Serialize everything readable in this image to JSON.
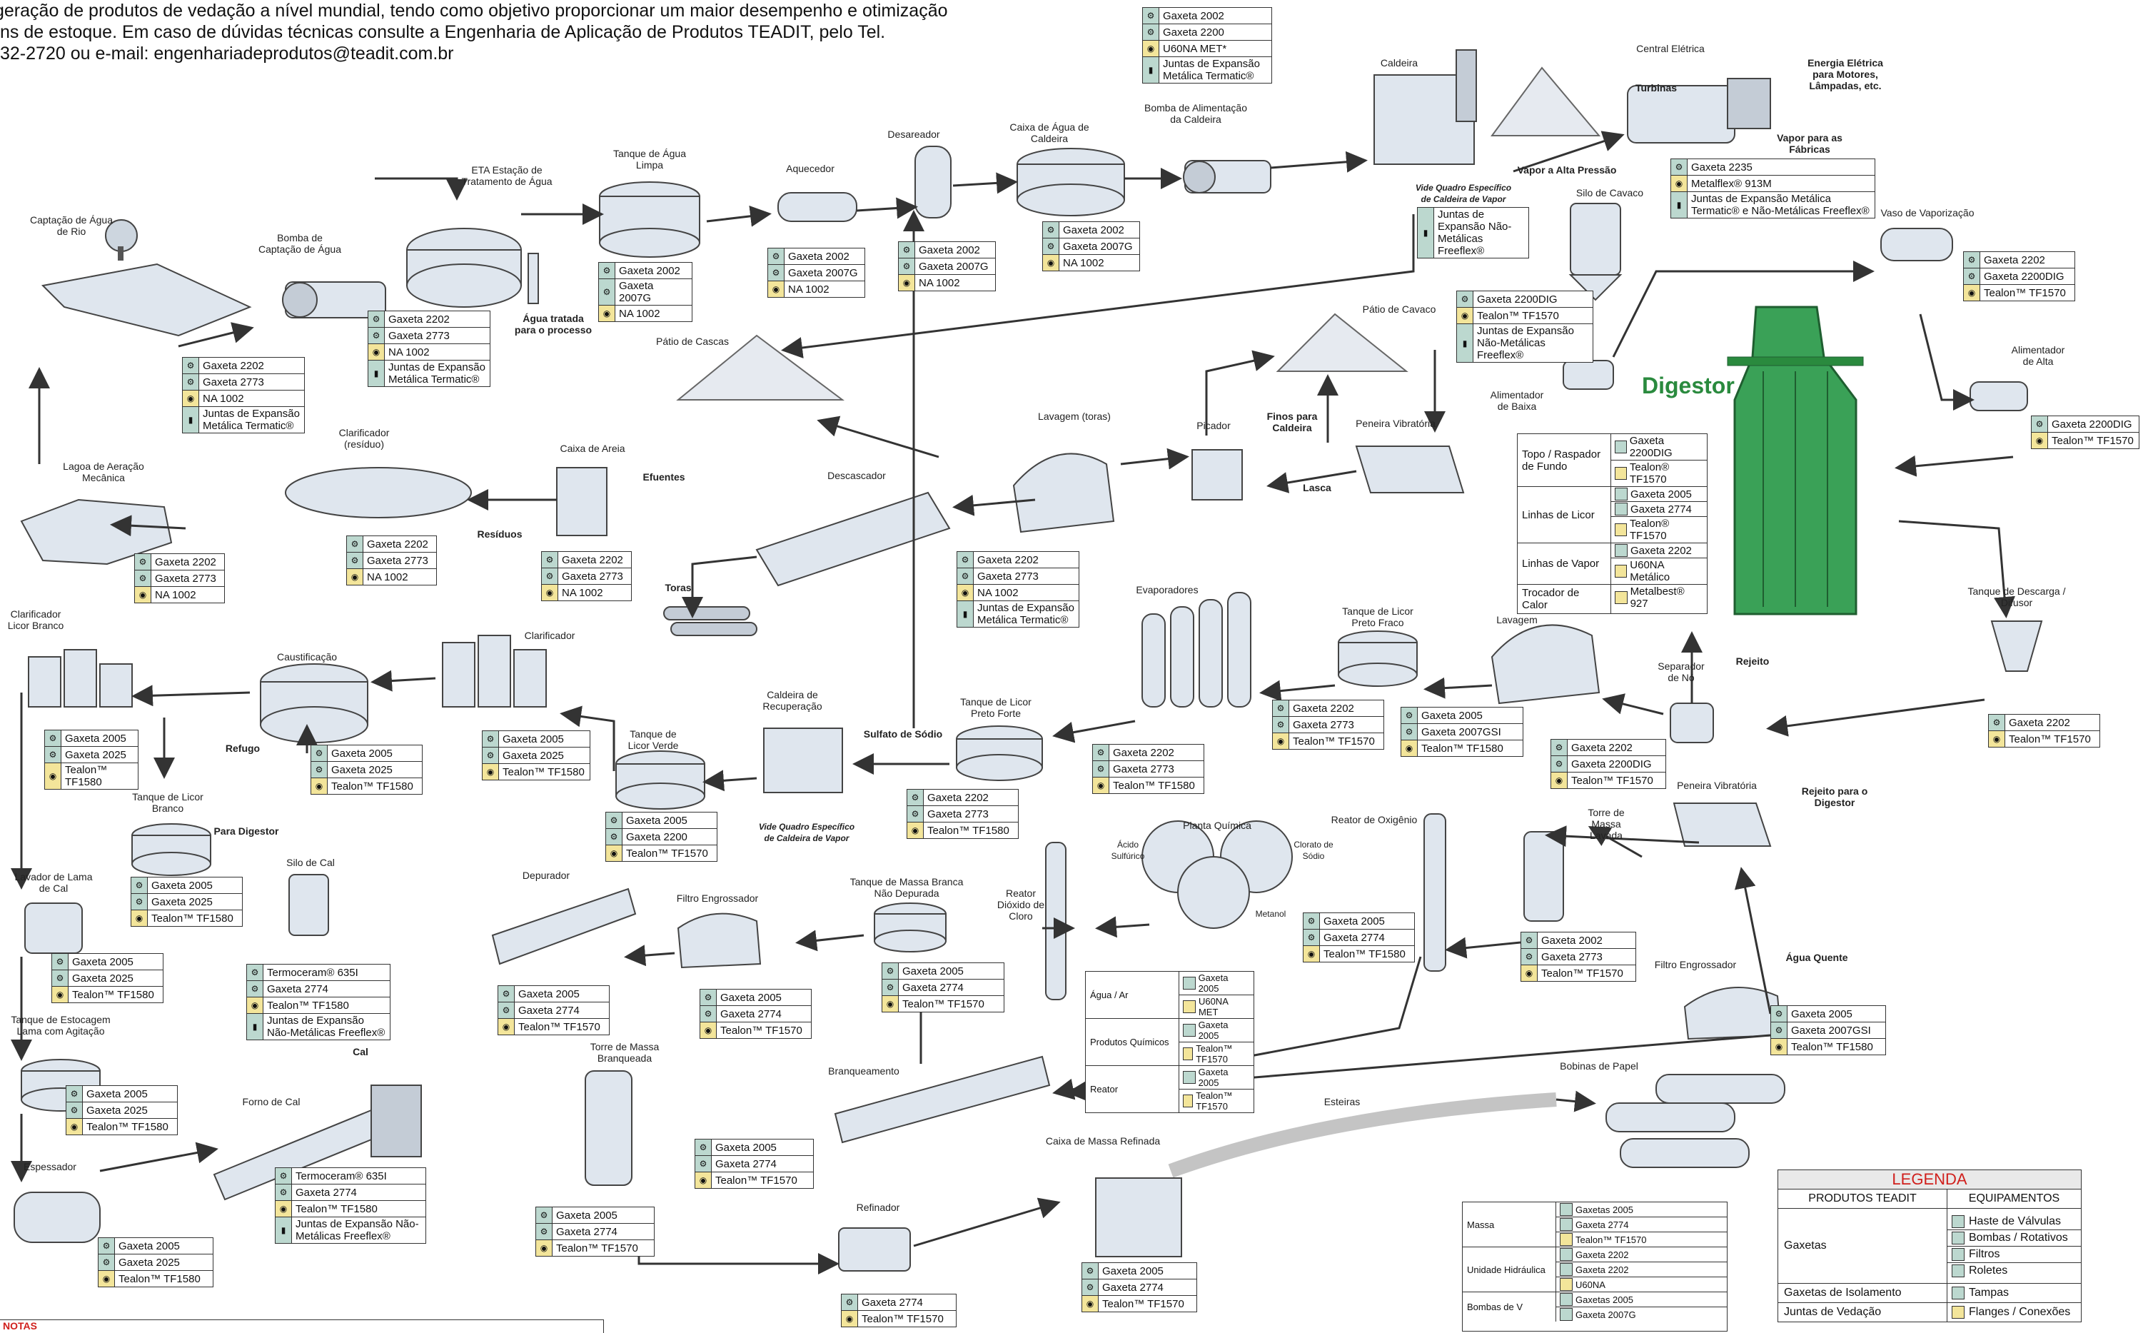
{
  "intro": {
    "line1": "geração de produtos de vedação a nível mundial, tendo como objetivo proporcionar um maior desempenho e otimização",
    "line2": "ns de estoque. Em caso de dúvidas técnicas consulte a Engenharia de Aplicação de Produtos TEADIT, pelo Tel.",
    "line3": "32-2720 ou e-mail: engenhariadeprodutos@teadit.com.br"
  },
  "labels": {
    "captacao": "Captação de Água de Rio",
    "bomba_captacao": "Bomba de Captação de Água",
    "eta": "ETA Estação de Tratamento de Água",
    "agua_tratada": "Água tratada para o processo",
    "tanque_agua_limpa": "Tanque de Água Limpa",
    "aquecedor": "Aquecedor",
    "desareador": "Desareador",
    "caixa_agua_caldeira": "Caixa de Água de Caldeira",
    "bomba_alimentacao": "Bomba de Alimentação da Caldeira",
    "caldeira": "Caldeira",
    "vide_quadro_1": "Vide Quadro Específico de Caldeira de Vapor",
    "central_eletrica": "Central Elétrica",
    "turbinas": "Turbinas",
    "energia": "Energia Elétrica para Motores, Lâmpadas, etc.",
    "vapor_alta": "Vapor a Alta Pressão",
    "vapor_fabricas": "Vapor para as Fábricas",
    "silo_cavaco": "Silo de Cavaco",
    "vaso_vaporizacao": "Vaso de Vaporização",
    "patio_cascas": "Pátio de Cascas",
    "patio_cavaco": "Pátio de Cavaco",
    "alimentador_baixa": "Alimentador de Baixa",
    "alimentador_alta": "Alimentador de Alta",
    "digestor": "Digestor",
    "clarificador_residuo": "Clarificador (resíduo)",
    "caixa_areia": "Caixa de Areia",
    "efluentes": "Efuentes",
    "residuos": "Resíduos",
    "lagoa": "Lagoa de Aeração Mecânica",
    "descascador": "Descascador",
    "lavagem_toras": "Lavagem (toras)",
    "picador": "Picador",
    "peneira_vibratoria_1": "Peneira Vibratória",
    "finos_caldeira": "Finos para Caldeira",
    "lasca": "Lasca",
    "toras": "Toras",
    "tanque_descarga": "Tanque de Descarga / Difusor",
    "clarificador_licor_branco": "Clarificador Licor Branco",
    "caustificacao": "Caustificação",
    "refugo": "Refugo",
    "clarificador": "Clarificador",
    "tanque_licor_verde": "Tanque de Licor Verde",
    "caldeira_recuperacao": "Caldeira de Recuperação",
    "sulfato_sodio": "Sulfato de Sódio",
    "vide_quadro_2": "Vide Quadro Específico de Caldeira de Vapor",
    "tanque_licor_preto_forte": "Tanque de Licor Preto Forte",
    "evaporadores": "Evaporadores",
    "tanque_licor_preto_fraco": "Tanque de Licor Preto Fraco",
    "lavagem": "Lavagem",
    "separador_no": "Separador de Nó",
    "rejeito": "Rejeito",
    "tanque_licor_branco": "Tanque de Licor Branco",
    "para_digestor": "Para Digestor",
    "silo_cal": "Silo de Cal",
    "lavador_lama": "Lavador de Lama de Cal",
    "depurador": "Depurador",
    "filtro_engrossador_1": "Filtro Engrossador",
    "tanque_massa_branca": "Tanque de Massa Branca Não Depurada",
    "reator_dioxido": "Reator Dióxido de Cloro",
    "planta_quimica": "Planta Química",
    "acido": "Ácido Sulfúrico",
    "clorato": "Clorato de Sódio",
    "metanol": "Metanol",
    "reator_oxigenio": "Reator de Oxigênio",
    "torre_massa_lavada": "Torre de Massa Lavada",
    "peneira_vibratoria_2": "Peneira Vibratória",
    "rejeito_digestor": "Rejeito para o Digestor",
    "filtro_engrossador_2": "Filtro Engrossador",
    "agua_quente": "Água Quente",
    "tanque_estocagem": "Tanque de Estocagem Lama com Agitação",
    "cal": "Cal",
    "forno_cal": "Forno de Cal",
    "torre_massa_branqueada": "Torre de Massa Branqueada",
    "branqueamento": "Branqueamento",
    "bobinas": "Bobinas de Papel",
    "esteiras": "Esteiras",
    "caixa_massa_refinada": "Caixa de Massa Refinada",
    "espessador": "Espessador",
    "refinador": "Refinador"
  },
  "boxes": {
    "b_top": [
      {
        "i": "pump",
        "t": "Gaxeta 2002"
      },
      {
        "i": "pump",
        "t": "Gaxeta 2200"
      },
      {
        "i": "flange",
        "t": "U60NA MET*"
      },
      {
        "i": "joint",
        "t": "Juntas de Expansão Metálica Termatic®"
      }
    ],
    "b_captacao": [
      {
        "i": "pump",
        "t": "Gaxeta 2202"
      },
      {
        "i": "pump",
        "t": "Gaxeta 2773"
      },
      {
        "i": "flange",
        "t": "NA 1002"
      },
      {
        "i": "joint",
        "t": "Juntas de Expansão Metálica Termatic®"
      }
    ],
    "b_eta": [
      {
        "i": "pump",
        "t": "Gaxeta 2202"
      },
      {
        "i": "pump",
        "t": "Gaxeta 2773"
      },
      {
        "i": "flange",
        "t": "NA 1002"
      },
      {
        "i": "joint",
        "t": "Juntas de Expansão Metálica Termatic®"
      }
    ],
    "b_tanque_agua": [
      {
        "i": "pump",
        "t": "Gaxeta 2002"
      },
      {
        "i": "pump",
        "t": "Gaxeta 2007G"
      },
      {
        "i": "flange",
        "t": "NA 1002"
      }
    ],
    "b_aquecedor": [
      {
        "i": "pump",
        "t": "Gaxeta 2002"
      },
      {
        "i": "pump",
        "t": "Gaxeta 2007G"
      },
      {
        "i": "flange",
        "t": "NA 1002"
      }
    ],
    "b_desareador": [
      {
        "i": "pump",
        "t": "Gaxeta 2002"
      },
      {
        "i": "pump",
        "t": "Gaxeta 2007G"
      },
      {
        "i": "flange",
        "t": "NA 1002"
      }
    ],
    "b_caixa_agua": [
      {
        "i": "pump",
        "t": "Gaxeta 2002"
      },
      {
        "i": "pump",
        "t": "Gaxeta 2007G"
      },
      {
        "i": "flange",
        "t": "NA 1002"
      }
    ],
    "b_caldeira": [
      {
        "i": "joint",
        "t": "Juntas de Expansão Não-Metálicas Freeflex®"
      }
    ],
    "b_central": [
      {
        "i": "pump",
        "t": "Gaxeta 2235"
      },
      {
        "i": "flange",
        "t": "Metalflex® 913M"
      },
      {
        "i": "joint",
        "t": "Juntas de Expansão Metálica Termatic® e Não-Metálicas Freeflex®"
      }
    ],
    "b_vaso": [
      {
        "i": "pump",
        "t": "Gaxeta 2202"
      },
      {
        "i": "pump",
        "t": "Gaxeta 2200DIG"
      },
      {
        "i": "flange",
        "t": "Tealon™ TF1570"
      }
    ],
    "b_silo_cavaco": [
      {
        "i": "pump",
        "t": "Gaxeta 2200DIG"
      },
      {
        "i": "flange",
        "t": "Tealon™ TF1570"
      },
      {
        "i": "joint",
        "t": "Juntas de Expansão Não-Metálicas Freeflex®"
      }
    ],
    "b_alim_alta": [
      {
        "i": "pump",
        "t": "Gaxeta 2200DIG"
      },
      {
        "i": "flange",
        "t": "Tealon™ TF1570"
      }
    ],
    "b_lagoa": [
      {
        "i": "pump",
        "t": "Gaxeta 2202"
      },
      {
        "i": "pump",
        "t": "Gaxeta 2773"
      },
      {
        "i": "flange",
        "t": "NA 1002"
      }
    ],
    "b_clarif_res": [
      {
        "i": "pump",
        "t": "Gaxeta 2202"
      },
      {
        "i": "pump",
        "t": "Gaxeta 2773"
      },
      {
        "i": "flange",
        "t": "NA 1002"
      }
    ],
    "b_caixa_areia": [
      {
        "i": "pump",
        "t": "Gaxeta 2202"
      },
      {
        "i": "pump",
        "t": "Gaxeta 2773"
      },
      {
        "i": "flange",
        "t": "NA 1002"
      }
    ],
    "b_lavagem_toras": [
      {
        "i": "pump",
        "t": "Gaxeta 2202"
      },
      {
        "i": "pump",
        "t": "Gaxeta 2773"
      },
      {
        "i": "flange",
        "t": "NA 1002"
      },
      {
        "i": "joint",
        "t": "Juntas de Expansão Metálica Termatic®"
      }
    ],
    "b_descarga": [
      {
        "i": "pump",
        "t": "Gaxeta 2202"
      },
      {
        "i": "flange",
        "t": "Tealon™ TF1570"
      }
    ],
    "b_clarif_lb": [
      {
        "i": "pump",
        "t": "Gaxeta 2005"
      },
      {
        "i": "pump",
        "t": "Gaxeta 2025"
      },
      {
        "i": "flange",
        "t": "Tealon™ TF1580"
      }
    ],
    "b_caust": [
      {
        "i": "pump",
        "t": "Gaxeta 2005"
      },
      {
        "i": "pump",
        "t": "Gaxeta 2025"
      },
      {
        "i": "flange",
        "t": "Tealon™ TF1580"
      }
    ],
    "b_clarif": [
      {
        "i": "pump",
        "t": "Gaxeta 2005"
      },
      {
        "i": "pump",
        "t": "Gaxeta 2025"
      },
      {
        "i": "flange",
        "t": "Tealon™ TF1580"
      }
    ],
    "b_licor_verde": [
      {
        "i": "pump",
        "t": "Gaxeta 2005"
      },
      {
        "i": "pump",
        "t": "Gaxeta 2200"
      },
      {
        "i": "flange",
        "t": "Tealon™ TF1570"
      }
    ],
    "b_licor_forte": [
      {
        "i": "pump",
        "t": "Gaxeta 2202"
      },
      {
        "i": "pump",
        "t": "Gaxeta 2773"
      },
      {
        "i": "flange",
        "t": "Tealon™ TF1580"
      }
    ],
    "b_evap": [
      {
        "i": "pump",
        "t": "Gaxeta 2202"
      },
      {
        "i": "pump",
        "t": "Gaxeta 2773"
      },
      {
        "i": "flange",
        "t": "Tealon™ TF1580"
      }
    ],
    "b_licor_fraco": [
      {
        "i": "pump",
        "t": "Gaxeta 2202"
      },
      {
        "i": "pump",
        "t": "Gaxeta 2773"
      },
      {
        "i": "flange",
        "t": "Tealon™ TF1570"
      }
    ],
    "b_lavagem": [
      {
        "i": "pump",
        "t": "Gaxeta 2005"
      },
      {
        "i": "pump",
        "t": "Gaxeta 2007GSI"
      },
      {
        "i": "flange",
        "t": "Tealon™ TF1580"
      }
    ],
    "b_separador": [
      {
        "i": "pump",
        "t": "Gaxeta 2202"
      },
      {
        "i": "pump",
        "t": "Gaxeta 2200DIG"
      },
      {
        "i": "flange",
        "t": "Tealon™ TF1570"
      }
    ],
    "b_licor_branco": [
      {
        "i": "pump",
        "t": "Gaxeta 2005"
      },
      {
        "i": "pump",
        "t": "Gaxeta 2025"
      },
      {
        "i": "flange",
        "t": "Tealon™ TF1580"
      }
    ],
    "b_lavador": [
      {
        "i": "pump",
        "t": "Gaxeta 2005"
      },
      {
        "i": "pump",
        "t": "Gaxeta 2025"
      },
      {
        "i": "flange",
        "t": "Tealon™ TF1580"
      }
    ],
    "b_silo_cal": [
      {
        "i": "pump",
        "t": "Termoceram® 635I"
      },
      {
        "i": "pump",
        "t": "Gaxeta 2774"
      },
      {
        "i": "flange",
        "t": "Tealon™ TF1580"
      },
      {
        "i": "joint",
        "t": "Juntas de Expansão Não-Metálicas Freeflex®"
      }
    ],
    "b_depurador": [
      {
        "i": "pump",
        "t": "Gaxeta 2005"
      },
      {
        "i": "pump",
        "t": "Gaxeta 2774"
      },
      {
        "i": "flange",
        "t": "Tealon™ TF1570"
      }
    ],
    "b_filtro1": [
      {
        "i": "pump",
        "t": "Gaxeta 2005"
      },
      {
        "i": "pump",
        "t": "Gaxeta 2774"
      },
      {
        "i": "flange",
        "t": "Tealon™ TF1570"
      }
    ],
    "b_massa_branca": [
      {
        "i": "pump",
        "t": "Gaxeta 2005"
      },
      {
        "i": "pump",
        "t": "Gaxeta 2774"
      },
      {
        "i": "flange",
        "t": "Tealon™ TF1570"
      }
    ],
    "b_reator_oxi": [
      {
        "i": "pump",
        "t": "Gaxeta 2005"
      },
      {
        "i": "pump",
        "t": "Gaxeta 2774"
      },
      {
        "i": "flange",
        "t": "Tealon™ TF1580"
      }
    ],
    "b_torre_lavada": [
      {
        "i": "pump",
        "t": "Gaxeta 2002"
      },
      {
        "i": "pump",
        "t": "Gaxeta 2773"
      },
      {
        "i": "flange",
        "t": "Tealon™ TF1570"
      }
    ],
    "b_filtro2": [
      {
        "i": "pump",
        "t": "Gaxeta 2005"
      },
      {
        "i": "pump",
        "t": "Gaxeta 2007GSI"
      },
      {
        "i": "flange",
        "t": "Tealon™ TF1580"
      }
    ],
    "b_estocagem": [
      {
        "i": "pump",
        "t": "Gaxeta 2005"
      },
      {
        "i": "pump",
        "t": "Gaxeta 2025"
      },
      {
        "i": "flange",
        "t": "Tealon™ TF1580"
      }
    ],
    "b_forno": [
      {
        "i": "pump",
        "t": "Termoceram® 635I"
      },
      {
        "i": "pump",
        "t": "Gaxeta 2774"
      },
      {
        "i": "flange",
        "t": "Tealon™ TF1580"
      },
      {
        "i": "joint",
        "t": "Juntas de Expansão Não-Metálicas Freeflex®"
      }
    ],
    "b_branqueada_torre": [
      {
        "i": "pump",
        "t": "Gaxeta 2005"
      },
      {
        "i": "pump",
        "t": "Gaxeta 2774"
      },
      {
        "i": "flange",
        "t": "Tealon™ TF1570"
      }
    ],
    "b_branqueamento": [
      {
        "i": "pump",
        "t": "Gaxeta 2005"
      },
      {
        "i": "pump",
        "t": "Gaxeta 2774"
      },
      {
        "i": "flange",
        "t": "Tealon™ TF1570"
      }
    ],
    "b_espessador": [
      {
        "i": "pump",
        "t": "Gaxeta 2005"
      },
      {
        "i": "pump",
        "t": "Gaxeta 2025"
      },
      {
        "i": "flange",
        "t": "Tealon™ TF1580"
      }
    ],
    "b_refinador": [
      {
        "i": "pump",
        "t": "Gaxeta 2774"
      },
      {
        "i": "flange",
        "t": "Tealon™ TF1570"
      }
    ],
    "b_caixa_refinada": [
      {
        "i": "pump",
        "t": "Gaxeta 2005"
      },
      {
        "i": "pump",
        "t": "Gaxeta 2774"
      },
      {
        "i": "flange",
        "t": "Tealon™ TF1570"
      }
    ]
  },
  "digestor_table": [
    {
      "label": "Topo / Raspador de Fundo",
      "items": [
        "Gaxeta 2200DIG",
        "Tealon® TF1570"
      ]
    },
    {
      "label": "Linhas de Licor",
      "items": [
        "Gaxeta 2005",
        "Gaxeta 2774",
        "Tealon® TF1570"
      ]
    },
    {
      "label": "Linhas de Vapor",
      "items": [
        "Gaxeta 2202",
        "U60NA Metálico"
      ]
    },
    {
      "label": "Trocador de Calor",
      "items": [
        "Metalbest® 927"
      ]
    }
  ],
  "quimica_table": [
    {
      "label": "Água / Ar",
      "items": [
        "Gaxeta 2005",
        "U60NA MET"
      ]
    },
    {
      "label": "Produtos Químicos",
      "items": [
        "Gaxeta 2005",
        "Tealon™ TF1570"
      ]
    },
    {
      "label": "Reator",
      "items": [
        "Gaxeta 2005",
        "Tealon™ TF1570"
      ]
    }
  ],
  "massa_table": [
    {
      "label": "Massa",
      "items": [
        "Gaxetas 2005",
        "Gaxeta 2774",
        "Tealon™ TF1570"
      ]
    },
    {
      "label": "Unidade Hidráulica",
      "items": [
        "Gaxeta 2202",
        "Gaxeta 2202",
        "U60NA"
      ]
    },
    {
      "label": "Bombas de V",
      "items": [
        "Gaxetas 2005",
        "Gaxeta 2007G"
      ]
    }
  ],
  "legend": {
    "title": "LEGENDA",
    "col1": "PRODUTOS TEADIT",
    "col2": "EQUIPAMENTOS",
    "gaxetas": "Gaxetas",
    "gaxetas_isolamento": "Gaxetas de Isolamento",
    "juntas_vedacao": "Juntas de Vedação",
    "eq": [
      "Haste de Válvulas",
      "Bombas / Rotativos",
      "Filtros",
      "Roletes",
      "Tampas",
      "Flanges / Conexões"
    ]
  },
  "footer_label": "NOTAS",
  "colors": {
    "digestor_green": "#2a8a3e",
    "legend_title": "#d0201d",
    "icon_bg": "#bcd8cf"
  }
}
